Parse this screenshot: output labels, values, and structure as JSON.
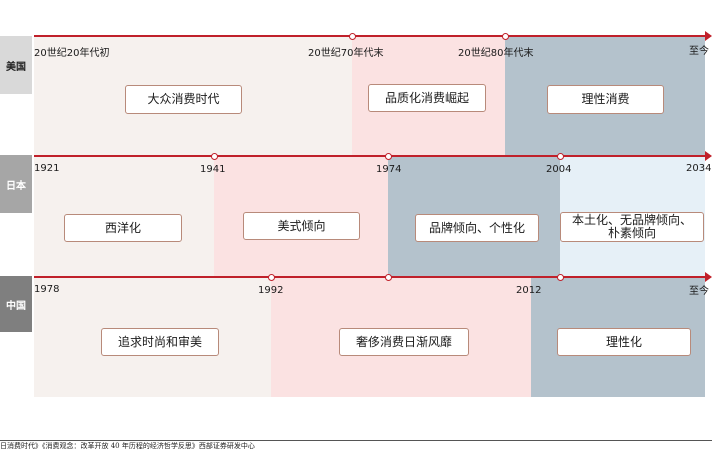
{
  "rows": {
    "us": {
      "label": "美国",
      "ticks": [
        "20世纪20年代初",
        "20世纪70年代末",
        "20世纪80年代末",
        "至今"
      ],
      "stages": [
        "大众消费时代",
        "品质化消费崛起",
        "理性消费"
      ]
    },
    "japan": {
      "label": "日本",
      "ticks": [
        "1921",
        "1941",
        "1974",
        "2004",
        "2034"
      ],
      "stages": [
        "西洋化",
        "美式倾向",
        "品牌倾向、个性化",
        "本土化、无品牌倾向、朴素倾向"
      ]
    },
    "china": {
      "label": "中国",
      "ticks": [
        "1978",
        "1992",
        "2012",
        "至今"
      ],
      "stages": [
        "追求时尚和审美",
        "奢侈消费日渐风靡",
        "理性化"
      ]
    }
  },
  "colors": {
    "timeline": "#c0202a",
    "stage_beige": "#f6f1ee",
    "stage_pink": "#fbe2e2",
    "stage_slate": "#b4c2cc",
    "stage_lightblue": "#e6f0f7",
    "tab_us": "#d9d9d9",
    "tab_japan": "#a6a6a6",
    "tab_china": "#7f7f7f"
  },
  "footer": "日消费时代》《消费观念：改革开放 40 年历程的经济哲学反思》西部证券研发中心"
}
